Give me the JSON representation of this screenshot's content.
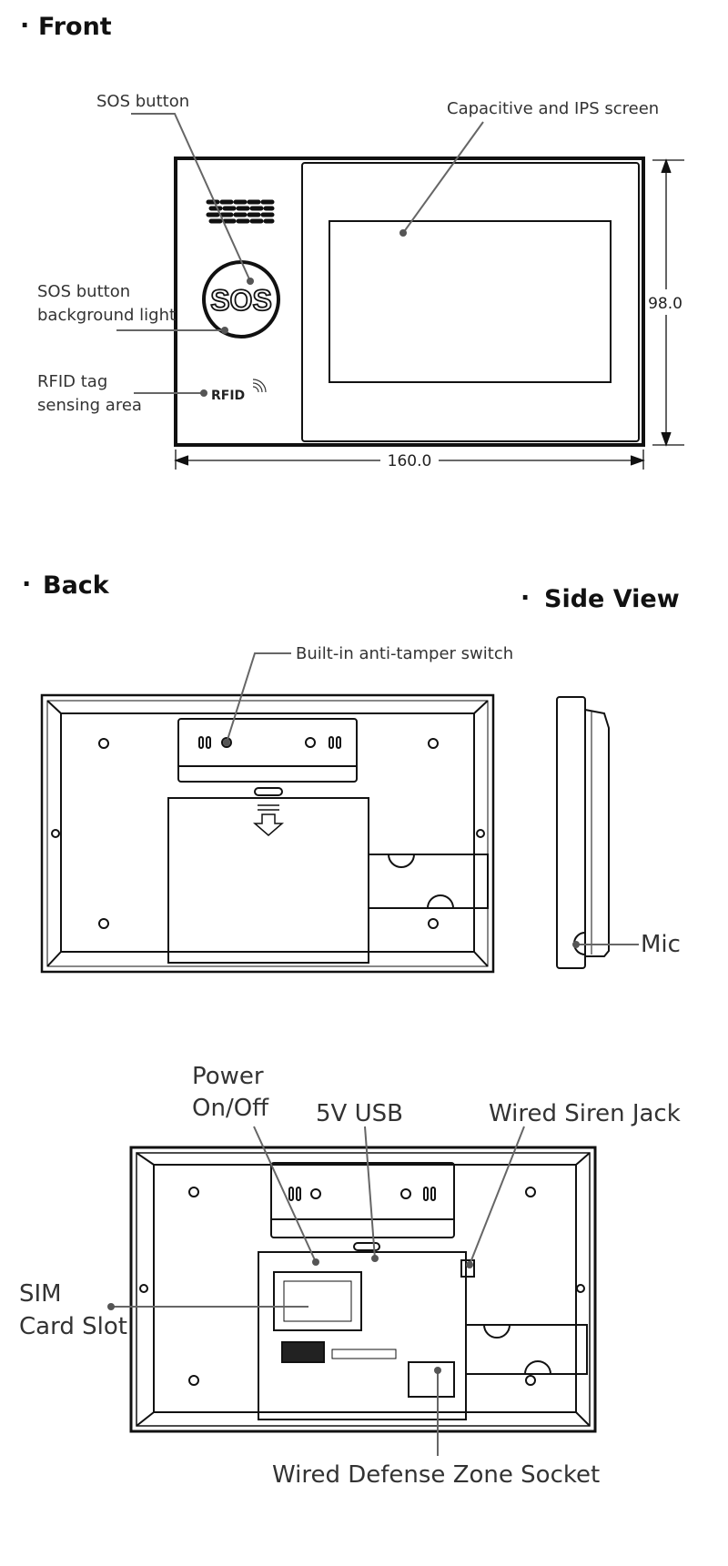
{
  "sections": {
    "front": {
      "title": "Front"
    },
    "back": {
      "title": "Back"
    },
    "side": {
      "title": "Side View"
    }
  },
  "bullet": "·",
  "front": {
    "sos_button": "SOS button",
    "screen": "Capacitive and IPS screen",
    "sos_light_1": "SOS button",
    "sos_light_2": "background light",
    "rfid_1": "RFID tag",
    "rfid_2": "sensing area",
    "sos_glyph": "SOS",
    "rfid_glyph": "RFID",
    "height_dim": "98.0",
    "width_dim": "160.0"
  },
  "back": {
    "tamper": "Built-in anti-tamper switch",
    "mic": "Mic"
  },
  "ports": {
    "power_1": "Power",
    "power_2": "On/Off",
    "usb": "5V USB",
    "siren": "Wired Siren Jack",
    "sim_1": "SIM",
    "sim_2": "Card Slot",
    "zone": "Wired Defense Zone Socket"
  }
}
